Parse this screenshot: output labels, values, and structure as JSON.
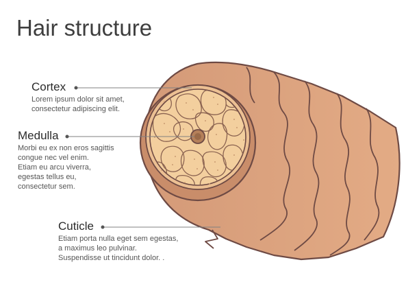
{
  "title": "Hair structure",
  "parts": {
    "cortex": {
      "label": "Cortex",
      "lines": [
        "Lorem ipsum dolor sit amet,",
        "consectetur adipiscing elit."
      ]
    },
    "medulla": {
      "label": "Medulla",
      "lines": [
        "Morbi eu ex non eros sagittis",
        "congue nec vel enim.",
        "Etiam eu arcu viverra,",
        "egestas tellus eu,",
        "consectetur sem."
      ]
    },
    "cuticle": {
      "label": "Cuticle",
      "lines": [
        "Etiam porta nulla eget sem egestas,",
        "a maximus leo pulvinar.",
        "Suspendisse ut tincidunt dolor. ."
      ]
    }
  },
  "colors": {
    "cuticle": "#d9a07c",
    "cuticle_dark": "#c98d6a",
    "outline": "#6e4a44",
    "cortex_fill": "#f3cf9e",
    "cortex_ring": "#ecc093",
    "medulla": "#b5805a",
    "leader": "#808080"
  }
}
